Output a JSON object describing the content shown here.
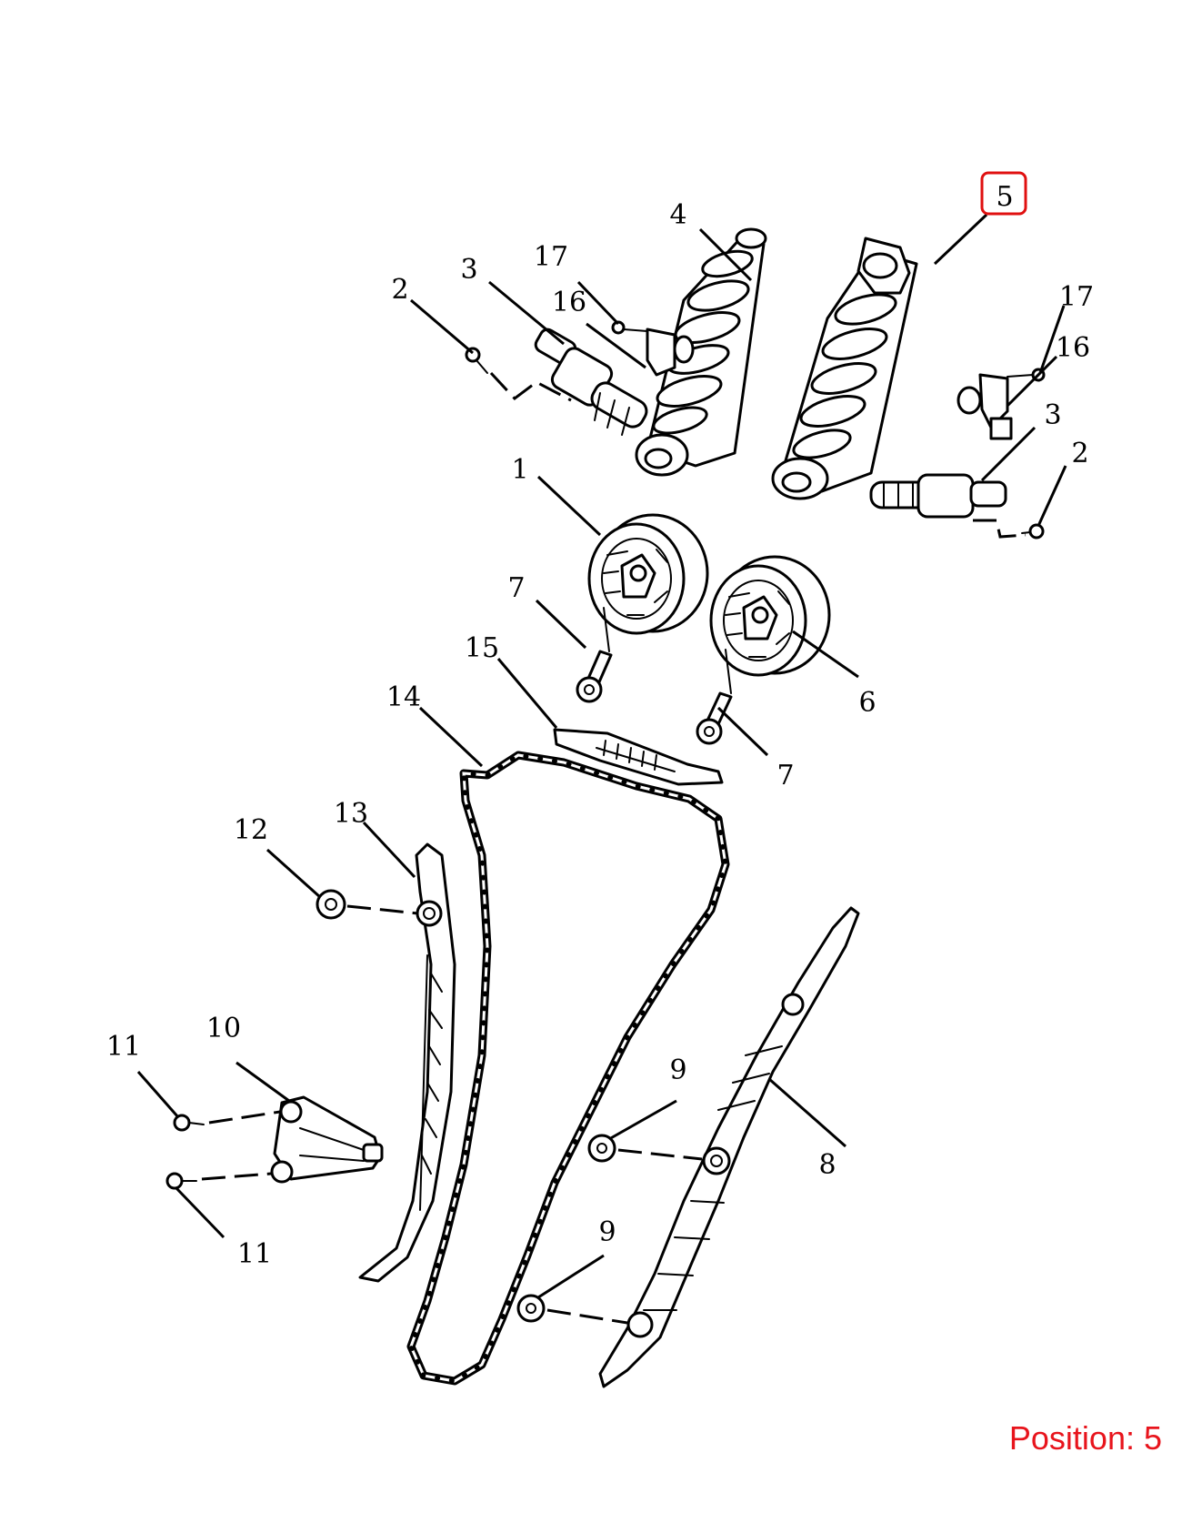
{
  "diagram": {
    "highlight_color": "#e01010",
    "highlighted_callout": "5",
    "callouts": {
      "c1": "1",
      "c2a": "2",
      "c2b": "2",
      "c3a": "3",
      "c3b": "3",
      "c4": "4",
      "c5": "5",
      "c6": "6",
      "c7a": "7",
      "c7b": "7",
      "c8": "8",
      "c9a": "9",
      "c9b": "9",
      "c10": "10",
      "c11a": "11",
      "c11b": "11",
      "c12": "12",
      "c13": "13",
      "c14": "14",
      "c15": "15",
      "c16a": "16",
      "c16b": "16",
      "c17a": "17",
      "c17b": "17"
    }
  },
  "position": {
    "label": "Position: 5",
    "color": "#e8141c"
  }
}
